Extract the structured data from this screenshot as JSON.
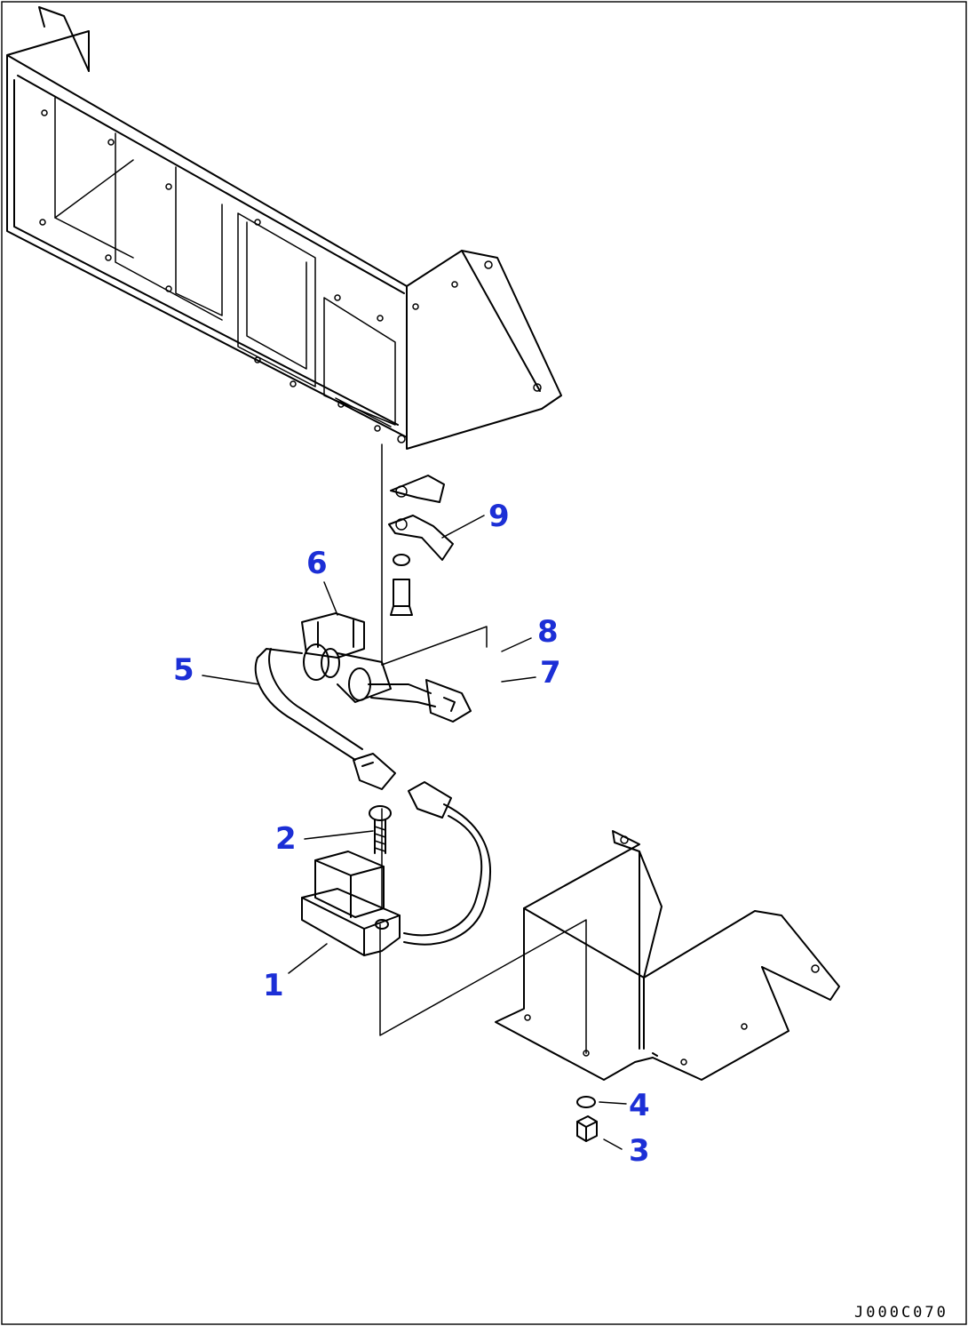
{
  "callouts": {
    "c1": "1",
    "c2": "2",
    "c3": "3",
    "c4": "4",
    "c5": "5",
    "c6": "6",
    "c7": "7",
    "c8": "8",
    "c9": "9"
  },
  "drawing_code": "J000C070",
  "colors": {
    "callout": "#1c2fd6",
    "line": "#000000",
    "background": "#ffffff"
  }
}
